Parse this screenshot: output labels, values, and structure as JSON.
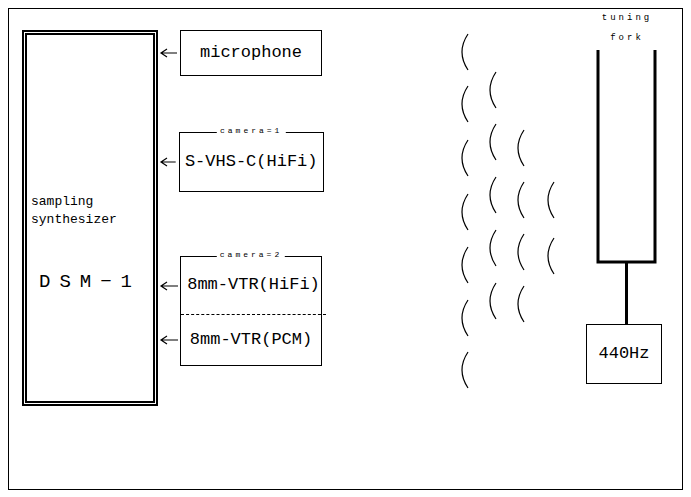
{
  "diagram": {
    "nodes": [
      {
        "text": [
          "sampling synthesizer",
          "DSM−1"
        ]
      },
      {
        "text": [
          "microphone"
        ]
      },
      {
        "text": [
          "camera=1",
          "S-VHS-C(HiFi)"
        ]
      },
      {
        "text": [
          "camera=2"
        ]
      },
      {
        "text": [
          "8mm-VTR(HiFi)"
        ],
        "in": 3
      },
      {
        "text": [
          "8mm-VTR(PCM)"
        ],
        "in": 3
      },
      {
        "text": [
          "440Hz"
        ]
      }
    ],
    "edges": [
      {
        "from": 1,
        "to": 0,
        "arrow": "to"
      },
      {
        "from": 2,
        "to": 0,
        "arrow": "to"
      },
      {
        "from": 4,
        "to": 0,
        "arrow": "to"
      },
      {
        "from": 5,
        "to": 0,
        "arrow": "to"
      }
    ],
    "labels": [
      "tuning fork"
    ]
  }
}
